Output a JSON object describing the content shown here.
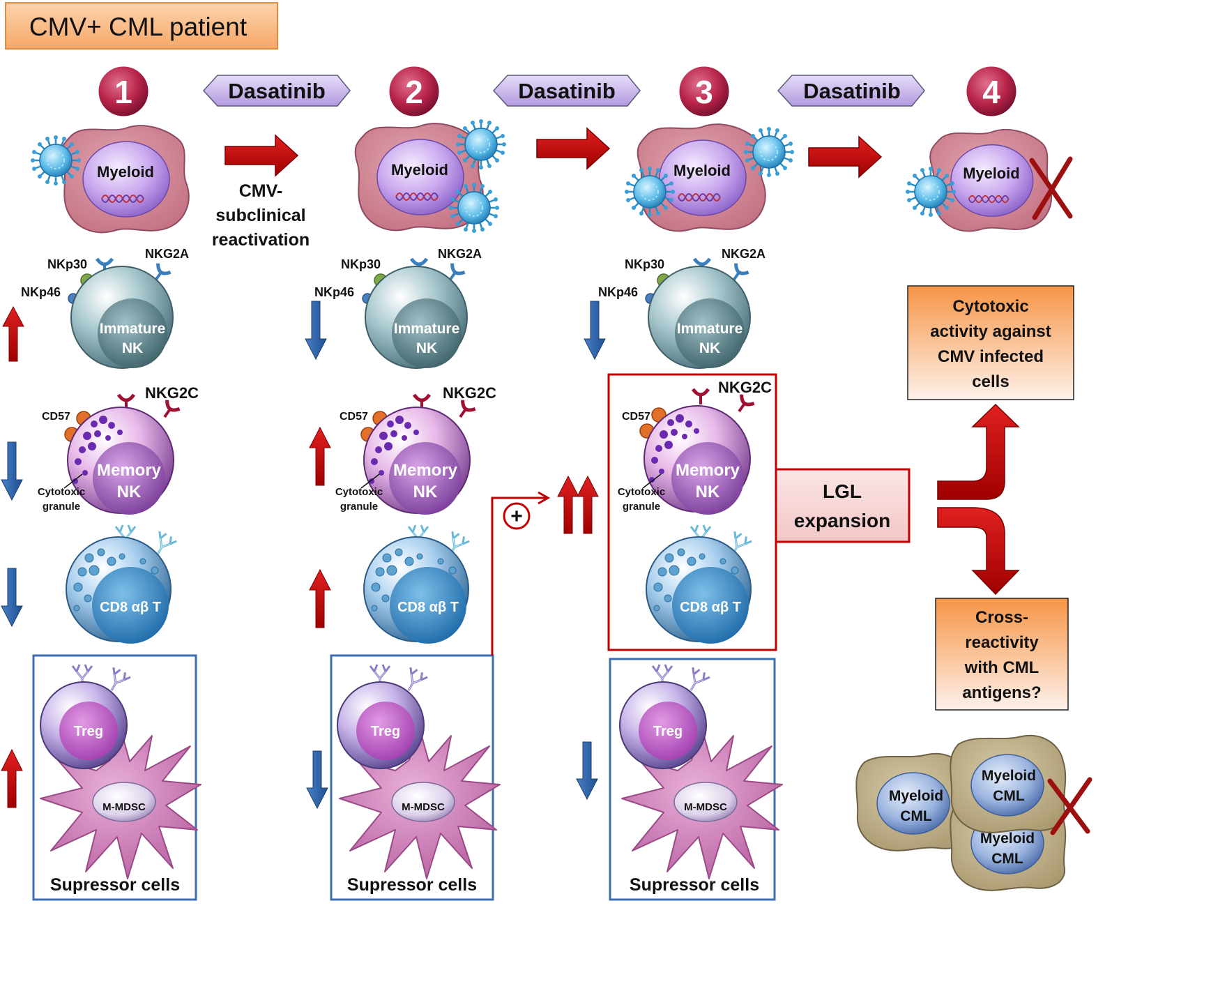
{
  "title": "CMV+ CML patient",
  "steps": [
    "1",
    "2",
    "3",
    "4"
  ],
  "drug": "Dasatinib",
  "reactivation": [
    "CMV-",
    "subclinical",
    "reactivation"
  ],
  "cells": {
    "myeloid": "Myeloid",
    "immature_nk": [
      "Immature",
      "NK"
    ],
    "memory_nk": [
      "Memory",
      "NK"
    ],
    "cd8": "CD8 αβ T",
    "treg": "Treg",
    "mdsc": "M-MDSC",
    "myeloid_cml": [
      "Myeloid",
      "CML"
    ]
  },
  "receptors": {
    "nkp30": "NKp30",
    "nkg2a": "NKG2A",
    "nkp46": "NKp46",
    "nkg2c": "NKG2C",
    "cd57": "CD57",
    "granule": [
      "Cytotoxic",
      "granule"
    ]
  },
  "suppressor": "Supressor cells",
  "plus": "+",
  "lgl": [
    "LGL",
    "expansion"
  ],
  "outcome_cytotoxic": [
    "Cytotoxic",
    "activity against",
    "CMV infected",
    "cells"
  ],
  "outcome_cross": [
    "Cross-",
    "reactivity",
    "with CML",
    "antigens?"
  ],
  "colors": {
    "step_circle": "#b8254a",
    "dasatinib": "#c5b0ea",
    "up_arrow": "#c0101a",
    "down_arrow": "#2a62a8",
    "title_box": "#fac08f",
    "frame_blue": "#3d6fb0",
    "frame_red": "#c00000"
  }
}
